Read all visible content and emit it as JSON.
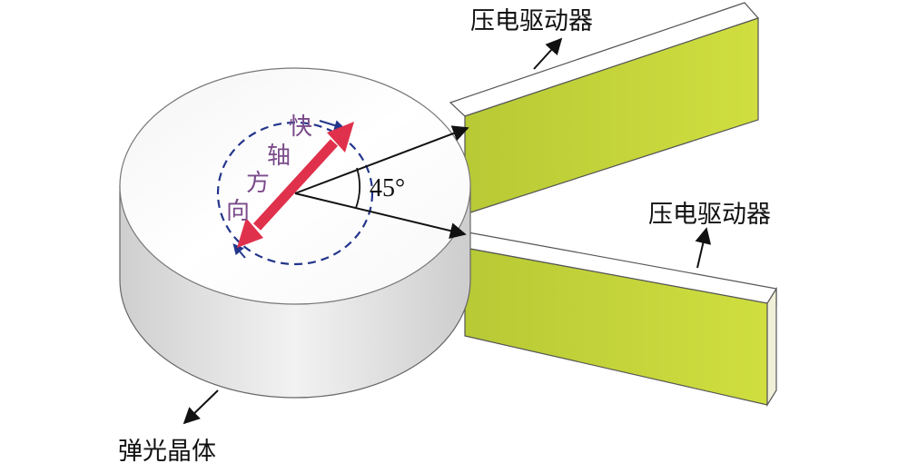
{
  "labels": {
    "actuator_top": "压电驱动器",
    "actuator_bottom": "压电驱动器",
    "crystal": "弹光晶体",
    "fast_axis_chars": [
      "快",
      "轴",
      "方",
      "向"
    ],
    "angle": "45°"
  },
  "colors": {
    "actuator_face": "#c7d63a",
    "actuator_top_face": "#ffffff",
    "disk_top": "#ffffff",
    "disk_side": "#e2e2e2",
    "fast_axis_arrow": "#e0314c",
    "dashed_circle": "#23368c",
    "fast_axis_text": "#7a4a8a"
  }
}
